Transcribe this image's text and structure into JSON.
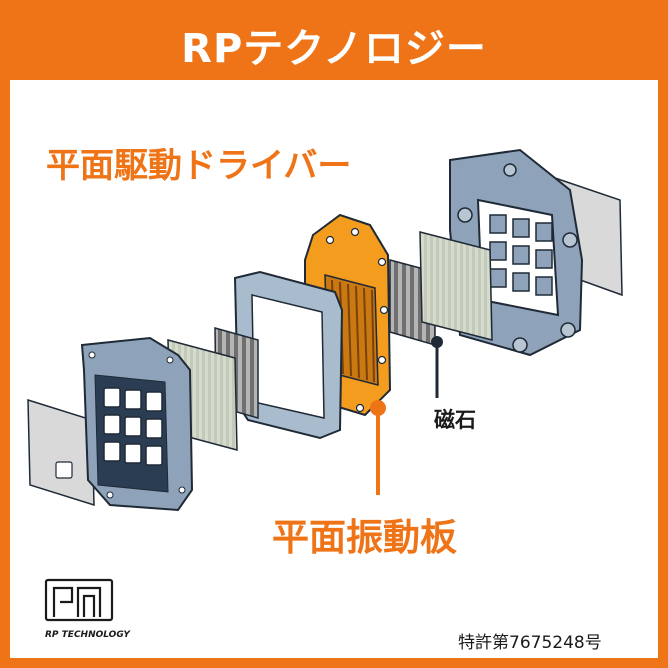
{
  "header": {
    "title": "RPテクノロジー"
  },
  "labels": {
    "driver": "平面駆動ドライバー",
    "diaphragm": "平面振動板",
    "magnet": "磁石",
    "patent": "特許第7675248号"
  },
  "logo": {
    "text": "RP TECHNOLOGY",
    "icon": "rp-logo-icon"
  },
  "colors": {
    "accent": "#ee7417",
    "frame_blue": "#8ea3ba",
    "mesh_green": "#d6dccd",
    "magnet_gray": "#8a8a8a",
    "outline": "#1f2a36"
  }
}
